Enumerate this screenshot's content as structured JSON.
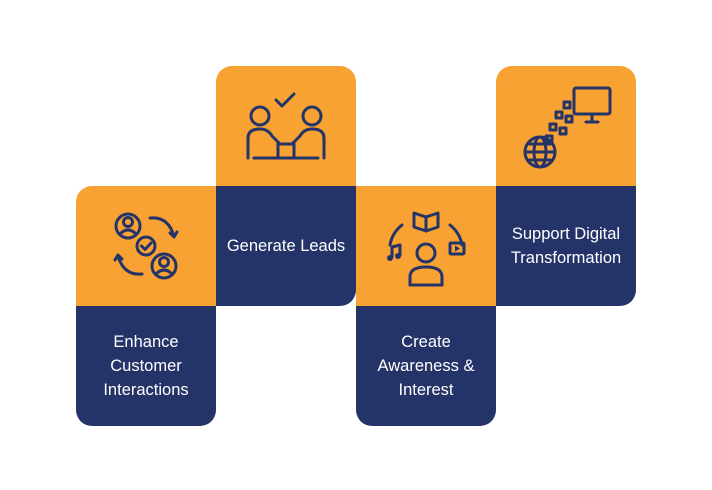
{
  "colors": {
    "accent": "#f7a233",
    "primary": "#243468",
    "background": "#ffffff"
  },
  "steps": [
    {
      "label": "Enhance Customer Interactions",
      "icon": "customer-interaction-icon"
    },
    {
      "label": "Generate Leads",
      "icon": "handshake-deal-icon"
    },
    {
      "label": "Create Awareness & Interest",
      "icon": "audience-media-icon"
    },
    {
      "label": "Support Digital Transformation",
      "icon": "digital-globe-icon"
    }
  ]
}
